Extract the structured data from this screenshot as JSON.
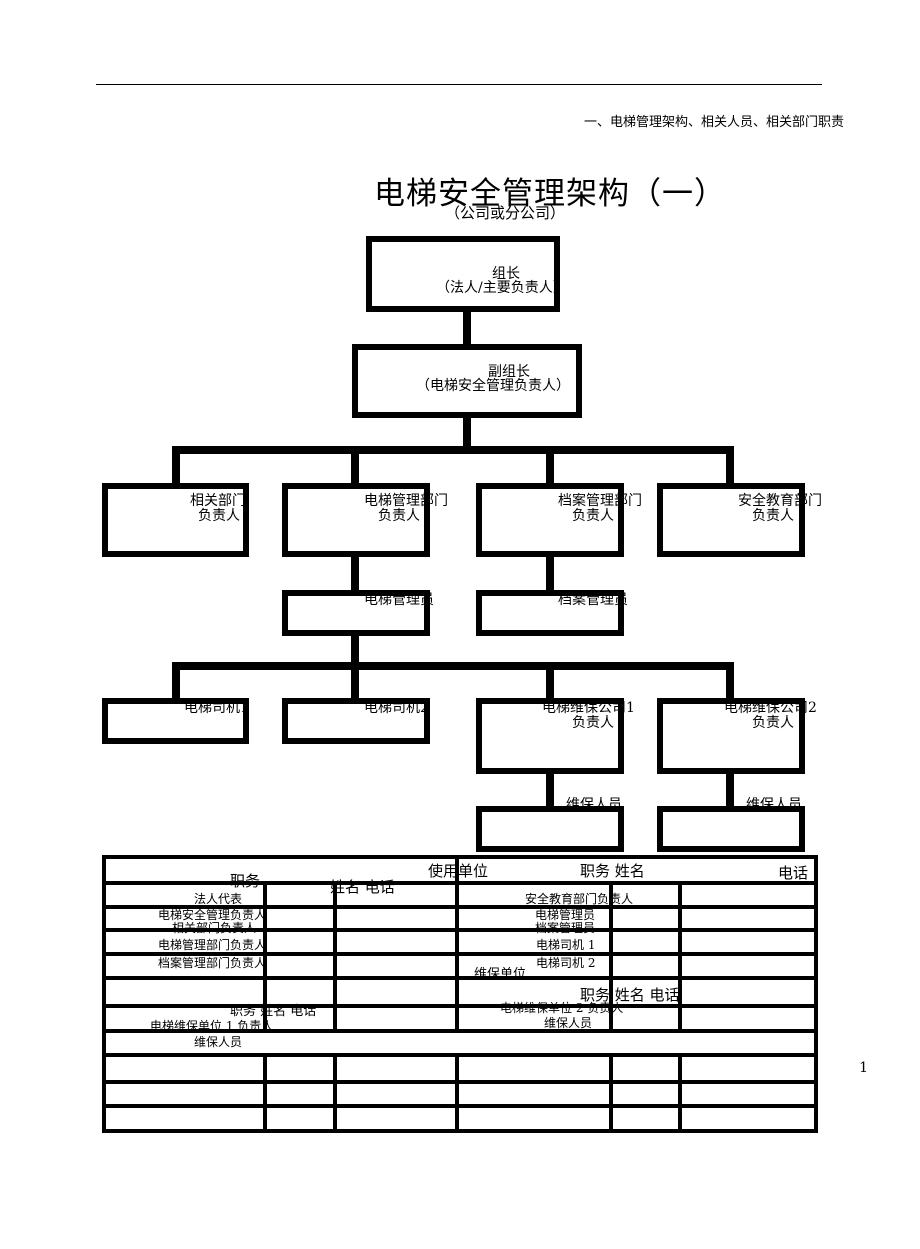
{
  "header": {
    "section_title": "一、电梯管理架构、相关人员、相关部门职责",
    "page_number": "1"
  },
  "chart": {
    "title": "电梯安全管理架构（一）",
    "subtitle": "（公司或分公司）",
    "leader": {
      "line1": "组长",
      "line2": "（法人/主要负责人）"
    },
    "deputy": {
      "line1": "副组长",
      "line2": "（电梯安全管理负责人）"
    },
    "departments": [
      {
        "line1": "相关部门",
        "line2": "负责人"
      },
      {
        "line1": "电梯管理部门",
        "line2": "负责人"
      },
      {
        "line1": "档案管理部门",
        "line2": "负责人"
      },
      {
        "line1": "安全教育部门",
        "line2": "负责人"
      }
    ],
    "managers": [
      "电梯管理员",
      "档案管理员"
    ],
    "operators": [
      {
        "line1": "电梯司机1",
        "line2": ""
      },
      {
        "line1": "电梯司机2",
        "line2": ""
      },
      {
        "line1": "电梯维保公司1",
        "line2": "负责人"
      },
      {
        "line1": "电梯维保公司2",
        "line2": "负责人"
      }
    ],
    "maintainers": [
      "维保人员",
      "维保人员"
    ]
  },
  "table": {
    "top_title": "使用单位",
    "col_headers_left": [
      "职务",
      "姓名 电话"
    ],
    "col_headers_right": [
      "职务 姓名",
      "电话"
    ],
    "left_rows": [
      "法人代表",
      "电梯安全管理负责人",
      "相关部门负责人",
      "电梯管理部门负责人",
      "档案管理部门负责人"
    ],
    "right_rows": [
      "安全教育部门负责人",
      "电梯管理员",
      "档案管理员",
      "电梯司机 1",
      "电梯司机 2"
    ],
    "maintenance_title": "维保单位",
    "maintenance_headers_left": "职务 姓名 电话",
    "maintenance_headers_right": "职务 姓名 电话",
    "maintenance_left_rows": [
      "电梯维保单位 1 负责人",
      "维保人员"
    ],
    "maintenance_right_rows": [
      "电梯维保单位 2 负责人",
      "维保人员"
    ]
  }
}
